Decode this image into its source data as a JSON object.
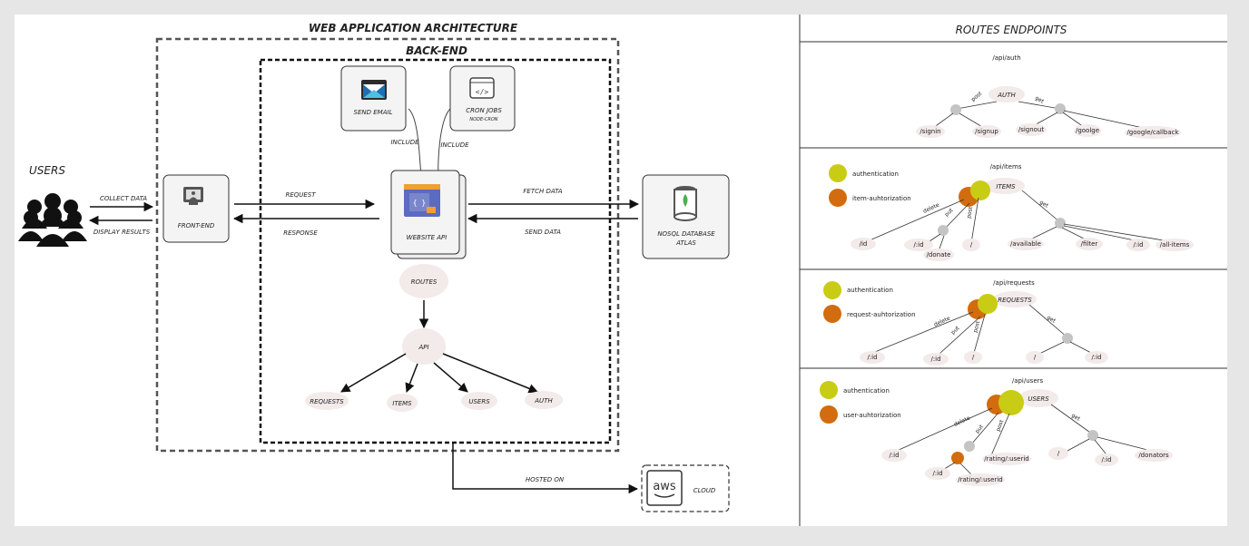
{
  "architecture": {
    "title": "WEB APPLICATION ARCHITECTURE",
    "backend_label": "BACK-END",
    "users_label": "USERS",
    "collect_data": "COLLECT DATA",
    "display_results": "DISPLAY RESULTS",
    "frontend_label": "FRONT-END",
    "request": "REQUEST",
    "response": "RESPONSE",
    "send_email": "SEND EMAIL",
    "cron_jobs": "CRON JOBS",
    "node_cron": "NODE-CRON",
    "include_left": "INCLUDE",
    "include_right": "INCLUDE",
    "website_api": "WEBSITE API",
    "api_glyph": "{ }",
    "fetch_data": "FETCH DATA",
    "send_data": "SEND DATA",
    "nosql_line1": "NOSQL DATABASE",
    "nosql_line2": "ATLAS",
    "routes": "ROUTES",
    "api": "API",
    "requests": "REQUESTS",
    "items": "ITEMS",
    "users": "USERS",
    "auth": "AUTH",
    "hosted_on": "HOSTED ON",
    "aws": "aws",
    "cloud": "CLOUD"
  },
  "routes_panel": {
    "title": "ROUTES ENDPOINTS",
    "auth": {
      "path": "/api/auth",
      "node": "AUTH",
      "post": "post",
      "get": "get",
      "signin": "/signin",
      "signup": "/signup",
      "signout": "/signout",
      "goolge": "/goolge",
      "google_callback": "/google/callback"
    },
    "items": {
      "path": "/api/items",
      "node": "ITEMS",
      "legend_auth": "authentication",
      "legend_authz": "item-auhtorization",
      "delete": "delete",
      "put": "put",
      "post": "post",
      "get": "get",
      "id1": "/id",
      "id2": "/:id",
      "donate": "/donate",
      "root": "/",
      "available": "/available",
      "filter": "/filter",
      "id3": "/:id",
      "all_items": "/all-items"
    },
    "requests": {
      "path": "/api/requests",
      "node": "REQUESTS",
      "legend_auth": "authentication",
      "legend_authz": "request-auhtorization",
      "delete": "delete",
      "put": "put",
      "post": "post",
      "get": "get",
      "id1": "/:id",
      "id2": "/:id",
      "root": "/",
      "root2": "/",
      "id3": "/:id"
    },
    "users": {
      "path": "/api/users",
      "node": "USERS",
      "legend_auth": "authentication",
      "legend_authz": "user-auhtorization",
      "delete": "delete",
      "put": "put",
      "post": "post",
      "get": "get",
      "id1": "/:id",
      "id2": "/:id",
      "rating1": "/rating/:userid",
      "rating2": "/rating/:userid",
      "root": "/",
      "id3": "/:id",
      "donators": "/donators"
    }
  },
  "colors": {
    "authentication": "#c9cc14",
    "authorization": "#d26c0e",
    "node": "#c4c4c4",
    "pill": "#f3eaea"
  }
}
